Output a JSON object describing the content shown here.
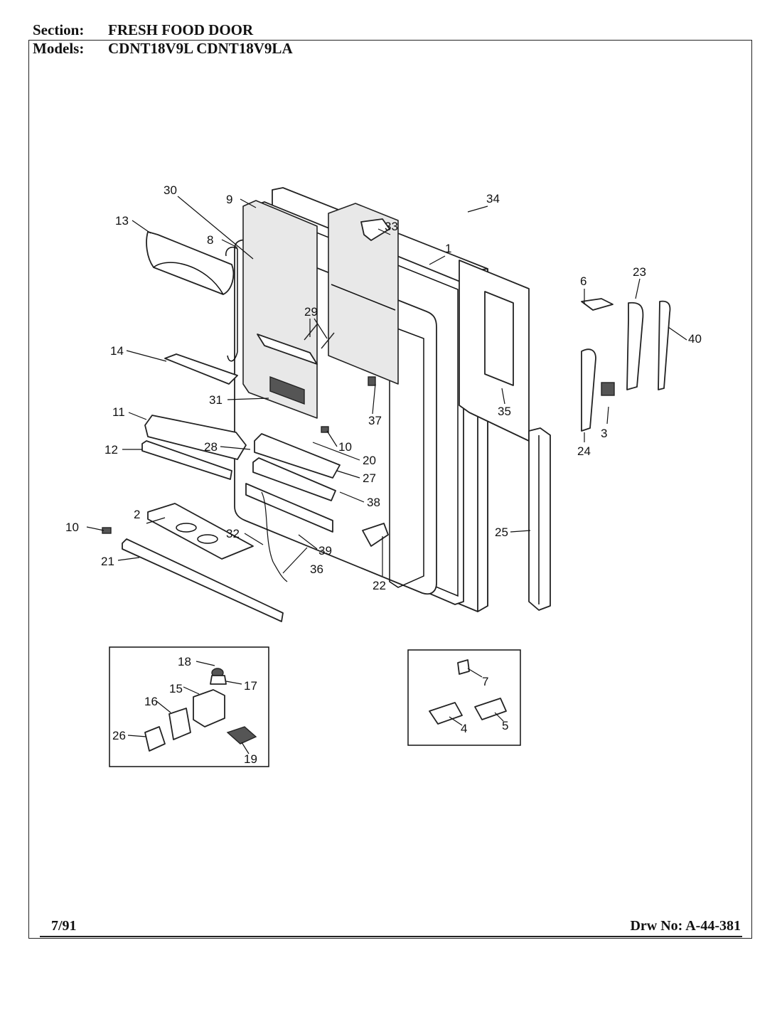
{
  "header": {
    "section_label": "Section:",
    "section_value": "FRESH FOOD DOOR",
    "models_label": "Models:",
    "models_value": "CDNT18V9L  CDNT18V9LA"
  },
  "footer": {
    "date": "7/91",
    "drawing_number": "Drw No: A-44-381"
  },
  "callouts": [
    "1",
    "2",
    "3",
    "4",
    "5",
    "6",
    "7",
    "8",
    "9",
    "10",
    "10",
    "11",
    "12",
    "13",
    "14",
    "15",
    "16",
    "17",
    "18",
    "19",
    "20",
    "21",
    "22",
    "23",
    "24",
    "25",
    "26",
    "27",
    "28",
    "29",
    "30",
    "31",
    "32",
    "33",
    "34",
    "35",
    "36",
    "37",
    "38",
    "39",
    "40"
  ]
}
